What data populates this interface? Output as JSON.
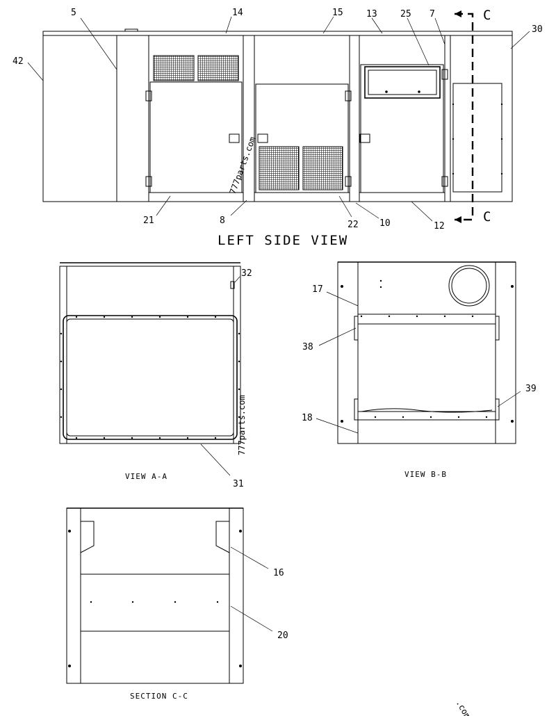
{
  "titles": {
    "left_side_view": "LEFT SIDE VIEW",
    "view_a": "VIEW A-A",
    "view_b": "VIEW B-B",
    "section_c": "SECTION C-C"
  },
  "section_markers": {
    "top": "C",
    "bottom": "C"
  },
  "callouts": {
    "c5": "5",
    "c14": "14",
    "c15": "15",
    "c13": "13",
    "c25": "25",
    "c7": "7",
    "c30": "30",
    "c42": "42",
    "c21": "21",
    "c8": "8",
    "c22": "22",
    "c10": "10",
    "c12": "12",
    "c32": "32",
    "c31": "31",
    "c17": "17",
    "c38": "38",
    "c39": "39",
    "c18": "18",
    "c16": "16",
    "c20": "20"
  },
  "watermarks": {
    "w1": "777parts.com",
    "w2": "777parts.com",
    "w3": ".com"
  }
}
